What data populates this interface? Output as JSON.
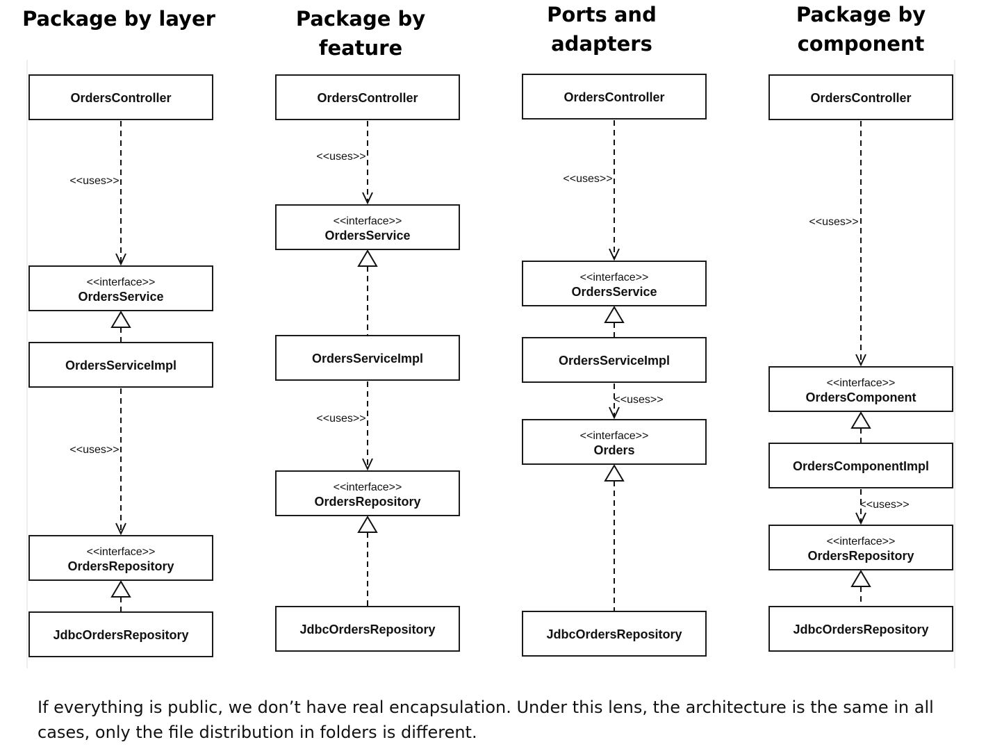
{
  "columns": [
    {
      "title": [
        "Package by layer"
      ],
      "boxes": [
        {
          "id": "controller",
          "name": "OrdersController",
          "stereotype": ""
        },
        {
          "id": "service",
          "name": "OrdersService",
          "stereotype": "<<interface>>"
        },
        {
          "id": "service_impl",
          "name": "OrdersServiceImpl",
          "stereotype": ""
        },
        {
          "id": "repository",
          "name": "OrdersRepository",
          "stereotype": "<<interface>>"
        },
        {
          "id": "jdbc",
          "name": "JdbcOrdersRepository",
          "stereotype": ""
        }
      ],
      "relations": [
        {
          "from": "controller",
          "to": "service",
          "type": "uses",
          "label": "<<uses>>"
        },
        {
          "from": "service_impl",
          "to": "service",
          "type": "realizes",
          "label": ""
        },
        {
          "from": "service_impl",
          "to": "repository",
          "type": "uses",
          "label": "<<uses>>"
        },
        {
          "from": "jdbc",
          "to": "repository",
          "type": "realizes",
          "label": ""
        }
      ]
    },
    {
      "title": [
        "Package by",
        "feature"
      ],
      "boxes": [
        {
          "id": "controller",
          "name": "OrdersController",
          "stereotype": ""
        },
        {
          "id": "service",
          "name": "OrdersService",
          "stereotype": "<<interface>>"
        },
        {
          "id": "service_impl",
          "name": "OrdersServiceImpl",
          "stereotype": ""
        },
        {
          "id": "repository",
          "name": "OrdersRepository",
          "stereotype": "<<interface>>"
        },
        {
          "id": "jdbc",
          "name": "JdbcOrdersRepository",
          "stereotype": ""
        }
      ],
      "relations": [
        {
          "from": "controller",
          "to": "service",
          "type": "uses",
          "label": "<<uses>>"
        },
        {
          "from": "service_impl",
          "to": "service",
          "type": "realizes",
          "label": ""
        },
        {
          "from": "service_impl",
          "to": "repository",
          "type": "uses",
          "label": "<<uses>>"
        },
        {
          "from": "jdbc",
          "to": "repository",
          "type": "realizes",
          "label": ""
        }
      ]
    },
    {
      "title": [
        "Ports and",
        "adapters"
      ],
      "boxes": [
        {
          "id": "controller",
          "name": "OrdersController",
          "stereotype": ""
        },
        {
          "id": "service",
          "name": "OrdersService",
          "stereotype": "<<interface>>"
        },
        {
          "id": "service_impl",
          "name": "OrdersServiceImpl",
          "stereotype": ""
        },
        {
          "id": "orders",
          "name": "Orders",
          "stereotype": "<<interface>>"
        },
        {
          "id": "jdbc",
          "name": "JdbcOrdersRepository",
          "stereotype": ""
        }
      ],
      "relations": [
        {
          "from": "controller",
          "to": "service",
          "type": "uses",
          "label": "<<uses>>"
        },
        {
          "from": "service_impl",
          "to": "service",
          "type": "realizes",
          "label": ""
        },
        {
          "from": "service_impl",
          "to": "orders",
          "type": "uses",
          "label": "<<uses>>"
        },
        {
          "from": "jdbc",
          "to": "orders",
          "type": "realizes",
          "label": ""
        }
      ]
    },
    {
      "title": [
        "Package by",
        "component"
      ],
      "boxes": [
        {
          "id": "controller",
          "name": "OrdersController",
          "stereotype": ""
        },
        {
          "id": "component",
          "name": "OrdersComponent",
          "stereotype": "<<interface>>"
        },
        {
          "id": "component_impl",
          "name": "OrdersComponentImpl",
          "stereotype": ""
        },
        {
          "id": "repository",
          "name": "OrdersRepository",
          "stereotype": "<<interface>>"
        },
        {
          "id": "jdbc",
          "name": "JdbcOrdersRepository",
          "stereotype": ""
        }
      ],
      "relations": [
        {
          "from": "controller",
          "to": "component",
          "type": "uses",
          "label": "<<uses>>"
        },
        {
          "from": "component_impl",
          "to": "component",
          "type": "realizes",
          "label": ""
        },
        {
          "from": "component_impl",
          "to": "repository",
          "type": "uses",
          "label": "<<uses>>"
        },
        {
          "from": "jdbc",
          "to": "repository",
          "type": "realizes",
          "label": ""
        }
      ]
    }
  ],
  "caption": "If everything is public, we don’t have real encapsulation. Under this lens, the architecture is the same in all cases, only the file distribution in folders is different."
}
